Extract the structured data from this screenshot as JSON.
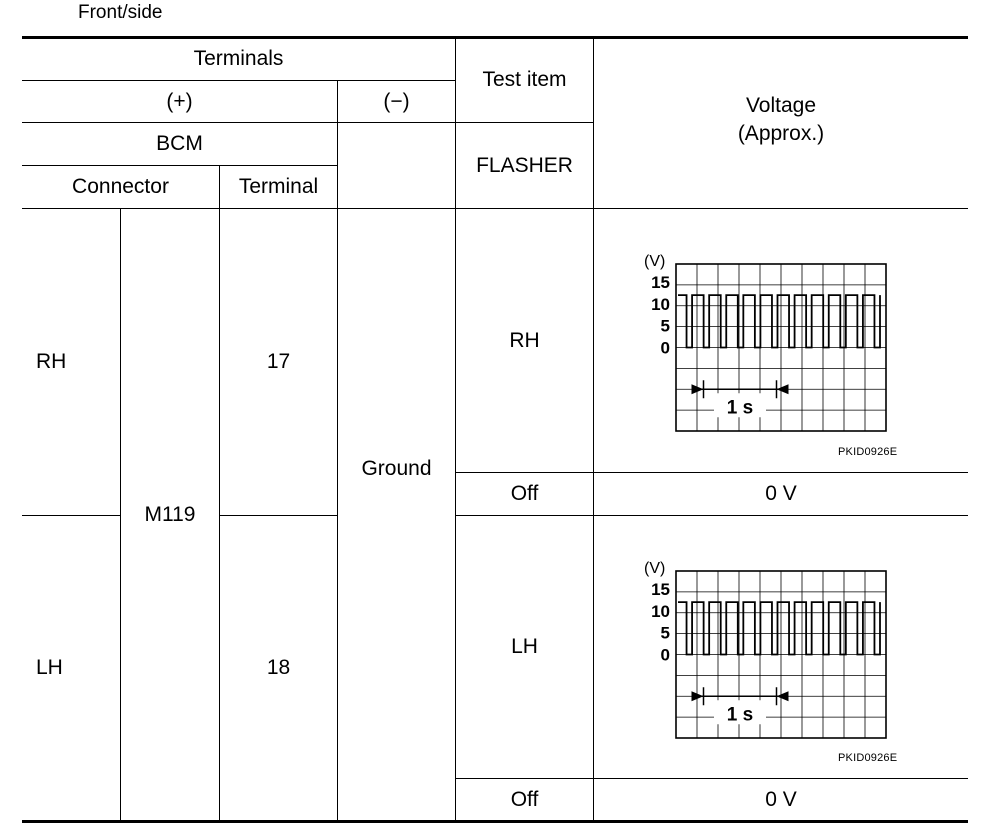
{
  "caption": "Front/side",
  "headers": {
    "terminals": "Terminals",
    "plus": "(+)",
    "minus": "(−)",
    "bcm": "BCM",
    "connector": "Connector",
    "terminal": "Terminal",
    "test_item": "Test item",
    "flasher": "FLASHER",
    "voltage": "Voltage\n(Approx.)"
  },
  "rows": [
    {
      "side": "RH",
      "terminal": "17",
      "test_on": "RH",
      "test_off": "Off",
      "off_voltage": "0 V",
      "waveform": {
        "unit": "(V)",
        "y_ticks": [
          "15",
          "10",
          "5",
          "0"
        ],
        "time_label": "1 s",
        "figure_id": "PKID0926E",
        "high_level": 12,
        "low_level": 0
      }
    },
    {
      "side": "LH",
      "terminal": "18",
      "test_on": "LH",
      "test_off": "Off",
      "off_voltage": "0 V",
      "waveform": {
        "unit": "(V)",
        "y_ticks": [
          "15",
          "10",
          "5",
          "0"
        ],
        "time_label": "1 s",
        "figure_id": "PKID0926E",
        "high_level": 12,
        "low_level": 0
      }
    }
  ],
  "connector": "M119",
  "ground": "Ground",
  "chart_data": [
    {
      "type": "line",
      "title": "",
      "xlabel": "",
      "ylabel": "(V)",
      "yticks": [
        0,
        5,
        10,
        15
      ],
      "annotation": "1 s",
      "series": [
        {
          "values": [
            12,
            0,
            12,
            0,
            12,
            0,
            12,
            0,
            12,
            0,
            12,
            0,
            12,
            0,
            12,
            0,
            12,
            0,
            12,
            0,
            12,
            0,
            12,
            0,
            12,
            0
          ]
        }
      ]
    },
    {
      "type": "line",
      "title": "",
      "xlabel": "",
      "ylabel": "(V)",
      "yticks": [
        0,
        5,
        10,
        15
      ],
      "annotation": "1 s",
      "series": [
        {
          "values": [
            12,
            0,
            12,
            0,
            12,
            0,
            12,
            0,
            12,
            0,
            12,
            0,
            12,
            0,
            12,
            0,
            12,
            0,
            12,
            0,
            12,
            0,
            12,
            0,
            12,
            0
          ]
        }
      ]
    }
  ]
}
